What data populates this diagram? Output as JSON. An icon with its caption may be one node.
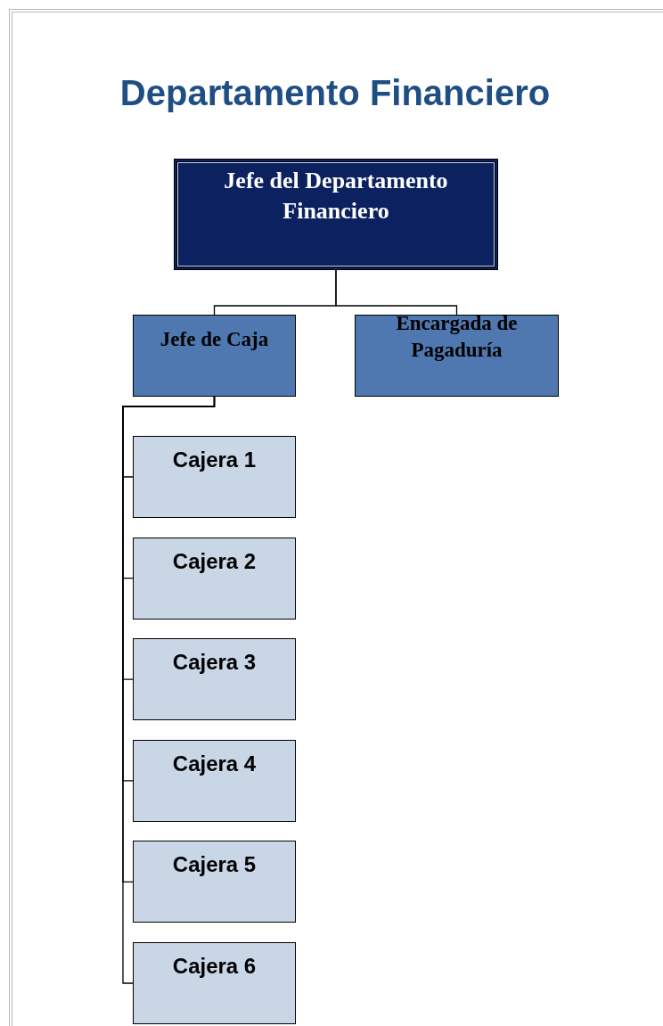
{
  "diagram": {
    "title": "Departamento Financiero",
    "nodes": [
      {
        "text": [
          "Jefe del Departamento Financiero"
        ]
      },
      {
        "text": [
          "Jefe de Caja"
        ]
      },
      {
        "text": [
          "Encargada de Pagaduría"
        ]
      },
      {
        "text": [
          "Cajera 1"
        ]
      },
      {
        "text": [
          "Cajera 2"
        ]
      },
      {
        "text": [
          "Cajera 3"
        ]
      },
      {
        "text": [
          "Cajera 4"
        ]
      },
      {
        "text": [
          "Cajera 5"
        ]
      },
      {
        "text": [
          "Cajera 6"
        ]
      }
    ],
    "edges": [
      {
        "from": 0,
        "to": 1,
        "arrow": "none"
      },
      {
        "from": 0,
        "to": 2,
        "arrow": "none"
      },
      {
        "from": 1,
        "to": 3,
        "arrow": "none"
      },
      {
        "from": 1,
        "to": 4,
        "arrow": "none"
      },
      {
        "from": 1,
        "to": 5,
        "arrow": "none"
      },
      {
        "from": 1,
        "to": 6,
        "arrow": "none"
      },
      {
        "from": 1,
        "to": 7,
        "arrow": "none"
      },
      {
        "from": 1,
        "to": 8,
        "arrow": "none"
      }
    ]
  }
}
